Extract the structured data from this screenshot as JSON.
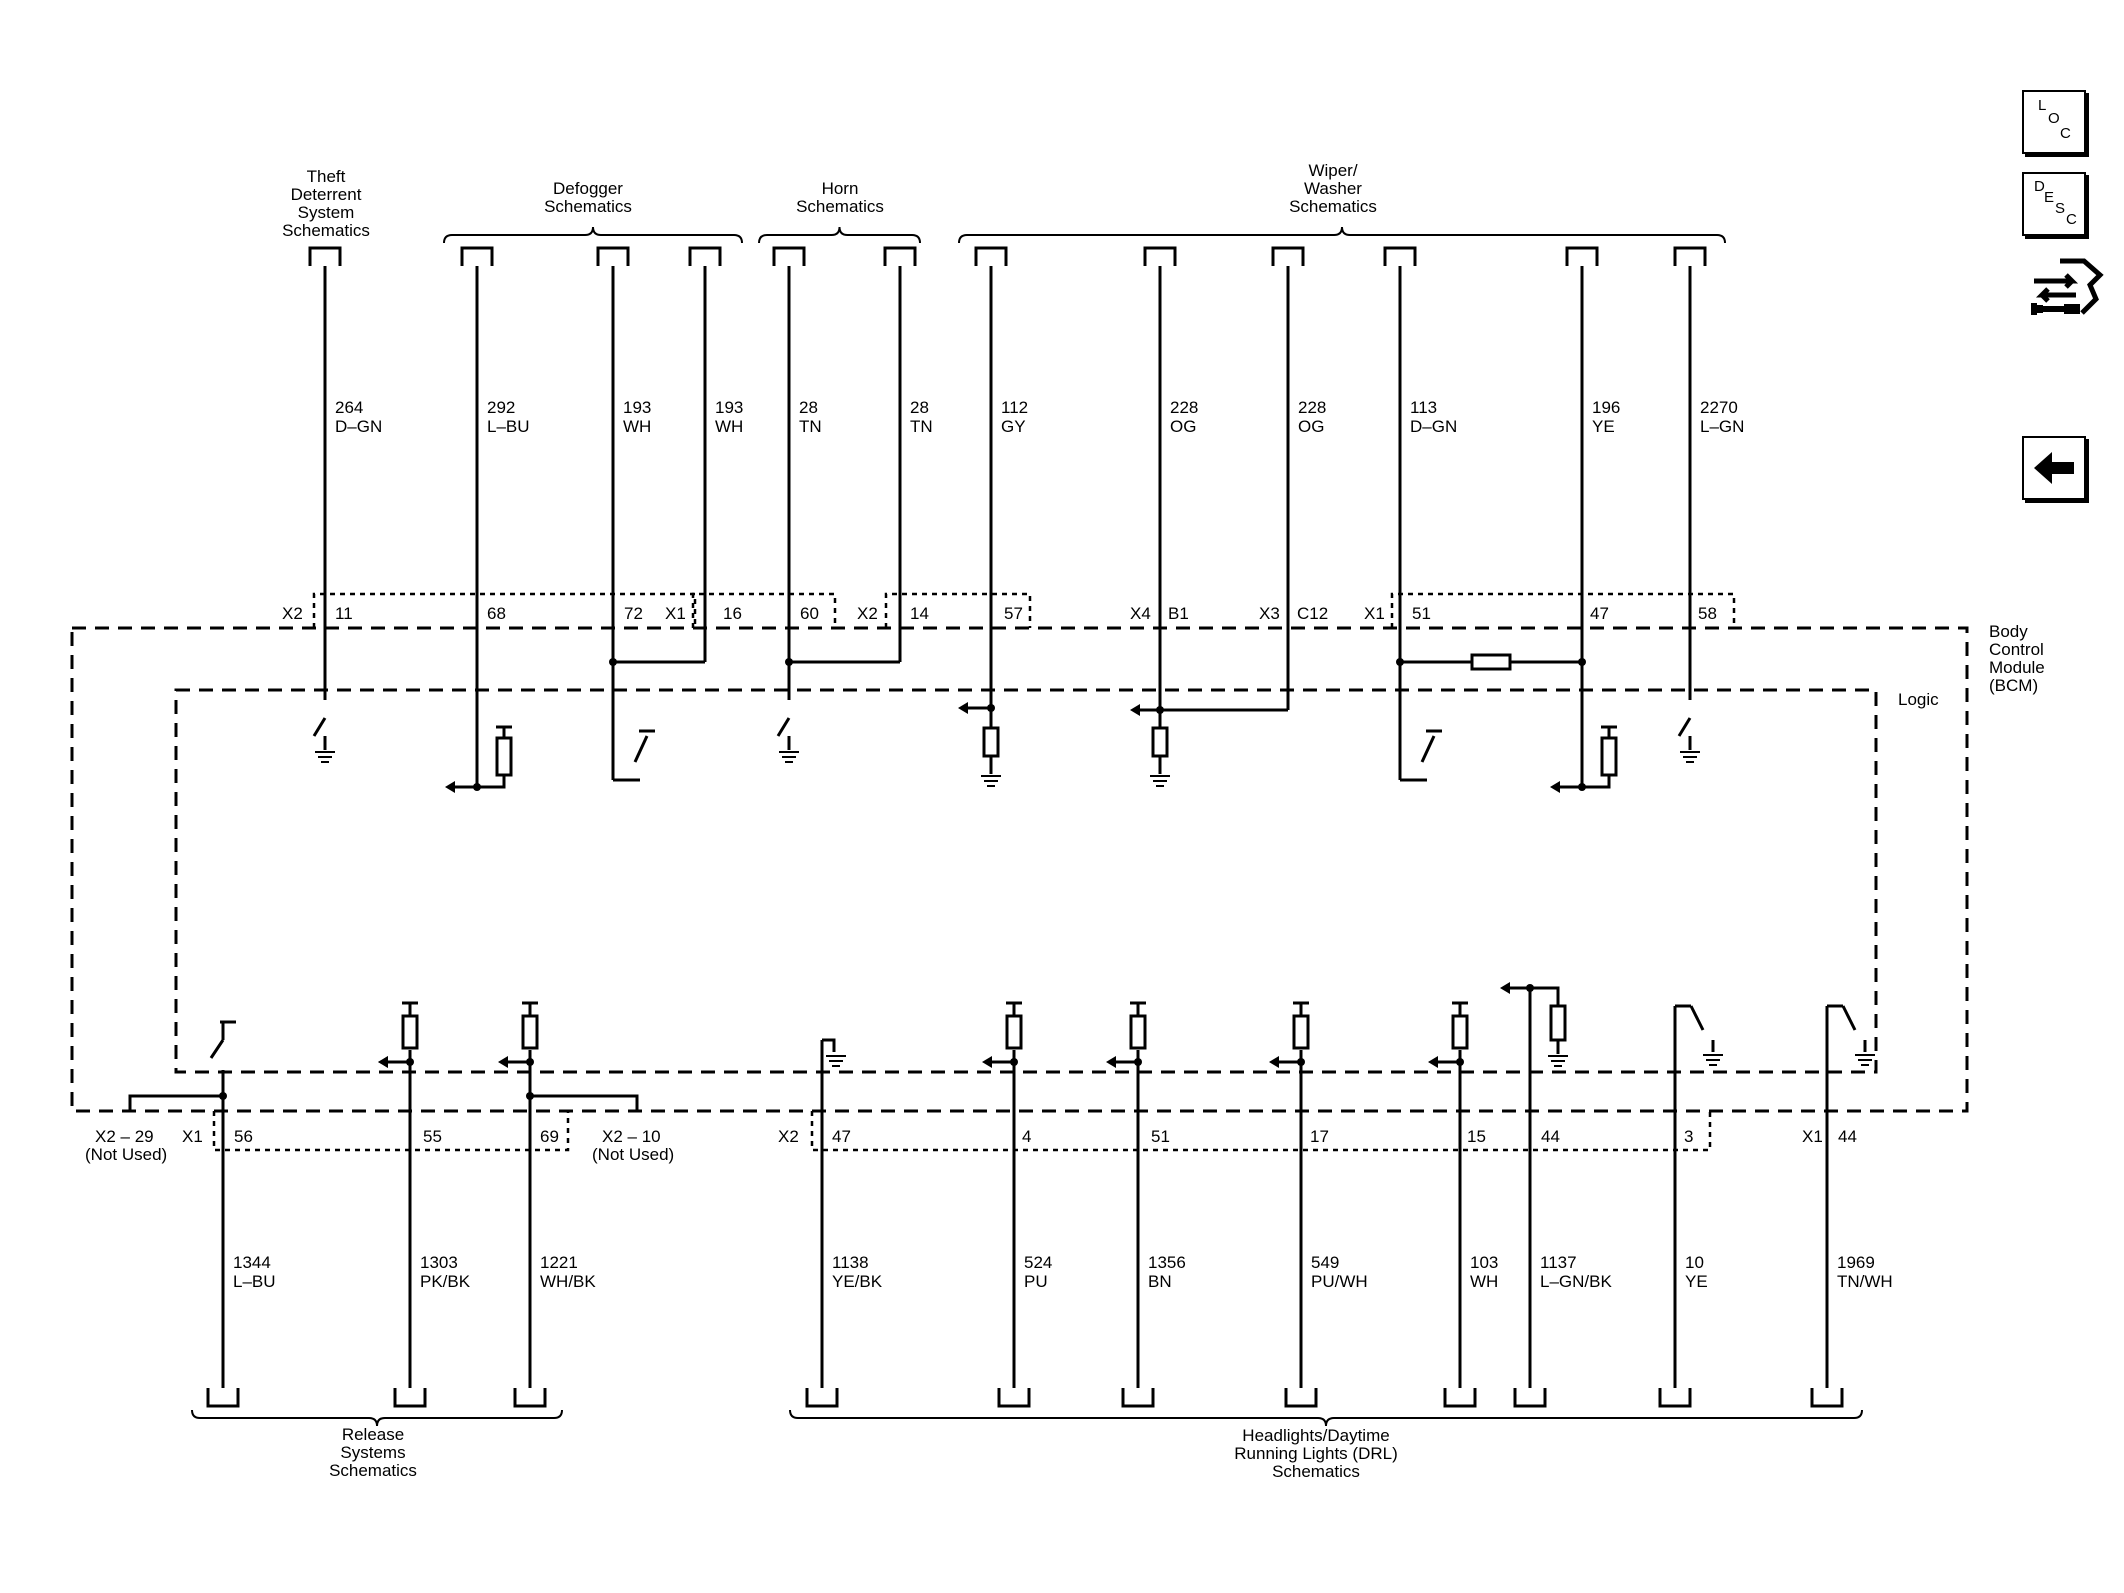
{
  "nav": {
    "loc": [
      "L",
      "O",
      "C"
    ],
    "desc": [
      "D",
      "E",
      "S",
      "C"
    ]
  },
  "bcm": {
    "title": [
      "Body",
      "Control",
      "Module",
      "(BCM)"
    ],
    "logic": "Logic"
  },
  "top_groups": [
    {
      "lines": [
        "Theft",
        "Deterrent",
        "System",
        "Schematics"
      ]
    },
    {
      "lines": [
        "Defogger",
        "Schematics"
      ]
    },
    {
      "lines": [
        "Horn",
        "Schematics"
      ]
    },
    {
      "lines": [
        "Wiper/",
        "Washer",
        "Schematics"
      ]
    }
  ],
  "bottom_groups": [
    {
      "lines": [
        "Release",
        "Systems",
        "Schematics"
      ]
    },
    {
      "lines": [
        "Headlights/Daytime",
        "Running Lights (DRL)",
        "Schematics"
      ]
    }
  ],
  "top_wires": [
    {
      "circuit": "264",
      "color": "D–GN",
      "pin": "11"
    },
    {
      "circuit": "292",
      "color": "L–BU",
      "pin": "68"
    },
    {
      "circuit": "193",
      "color": "WH",
      "pin": "72"
    },
    {
      "circuit": "193",
      "color": "WH",
      "pin": "16"
    },
    {
      "circuit": "28",
      "color": "TN",
      "pin": "60"
    },
    {
      "circuit": "28",
      "color": "TN",
      "pin": "14"
    },
    {
      "circuit": "112",
      "color": "GY",
      "pin": "57"
    },
    {
      "circuit": "228",
      "color": "OG",
      "pin": "B1"
    },
    {
      "circuit": "228",
      "color": "OG",
      "pin": "C12"
    },
    {
      "circuit": "113",
      "color": "D–GN",
      "pin": "51"
    },
    {
      "circuit": "196",
      "color": "YE",
      "pin": "47"
    },
    {
      "circuit": "2270",
      "color": "L–GN",
      "pin": "58"
    }
  ],
  "top_connectors": [
    "X2",
    "X1",
    "X2",
    "X4",
    "X3",
    "X1"
  ],
  "bottom_wires": [
    {
      "circuit": "1344",
      "color": "L–BU",
      "pin": "56"
    },
    {
      "circuit": "1303",
      "color": "PK/BK",
      "pin": "55"
    },
    {
      "circuit": "1221",
      "color": "WH/BK",
      "pin": "69"
    },
    {
      "circuit": "1138",
      "color": "YE/BK",
      "pin": "47"
    },
    {
      "circuit": "524",
      "color": "PU",
      "pin": "4"
    },
    {
      "circuit": "1356",
      "color": "BN",
      "pin": "51"
    },
    {
      "circuit": "549",
      "color": "PU/WH",
      "pin": "17"
    },
    {
      "circuit": "103",
      "color": "WH",
      "pin": "15"
    },
    {
      "circuit": "1137",
      "color": "L–GN/BK",
      "pin": "44"
    },
    {
      "circuit": "10",
      "color": "YE",
      "pin": "3"
    },
    {
      "circuit": "1969",
      "color": "TN/WH",
      "pin": "44"
    }
  ],
  "bottom_connectors": [
    "X1",
    "X2",
    "X1"
  ],
  "unused_pins": [
    {
      "label": "X2 – 29",
      "note": "(Not Used)"
    },
    {
      "label": "X2 – 10",
      "note": "(Not Used)"
    }
  ]
}
